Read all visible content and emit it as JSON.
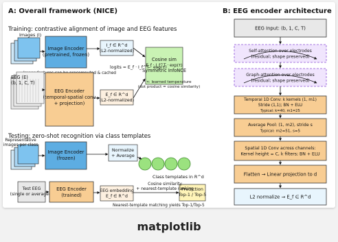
{
  "panel_a": {
    "title": "A: Overall framework (NICE)",
    "training_heading": "Training: contrastive alignment of image and EEG features",
    "images_label": "Images (I)",
    "image_encoder": [
      "Image Encoder",
      "(pretrained, frozen)"
    ],
    "image_feature": [
      "I_f ∈ R^d",
      "(L2-normalized)"
    ],
    "precompute_note": "Image features can be precomputed & cached",
    "eeg_label": [
      "EEG (E)",
      "(b, 1, C, T)"
    ],
    "eeg_encoder": [
      "EEG Encoder",
      "(temporal-spatial conv",
      "+ projection)"
    ],
    "eeg_feature": [
      "E_f ∈ R^d",
      "(L2-normalized)"
    ],
    "cosine_box": [
      "Cosine sim",
      "E_f · I_f^T · exp(τ)",
      "Symmetric InfoNCE"
    ],
    "logits_label": "logits = E_f · I_f^T · exp(τ)",
    "tau_note": [
      "τ: learned temperature",
      "(dot product = cosine similarity)"
    ],
    "testing_heading": "Testing: zero-shot recognition via class templates",
    "rep_images_label": [
      "Representative",
      "images per class"
    ],
    "test_image_encoder": [
      "Image Encoder",
      "(frozen)"
    ],
    "normalize_box": [
      "Normalize",
      "+ Average"
    ],
    "class_templates_label": "Class templates in R^d",
    "test_eeg_label": [
      "Test EEG",
      "(single or averaged)"
    ],
    "test_eeg_encoder": [
      "EEG Encoder",
      "(trained)"
    ],
    "eeg_embedding": [
      "EEG embedding",
      "E_f ∈ R^d"
    ],
    "cosine_ranking": [
      "Cosine similarity",
      "+ nearest-template ranking"
    ],
    "prediction_box": [
      "Prediction",
      "Top-1 / Top-5"
    ],
    "nearest_note": "Nearest-template matching yields Top-1/Top-5"
  },
  "panel_b": {
    "title": "B: EEG encoder architecture",
    "blocks": [
      {
        "lines": [
          "EEG Input: (b, 1, C, T)"
        ],
        "style": "gray"
      },
      {
        "lines": [
          "Self-attention over electrodes",
          "(residual; shape preserved)"
        ],
        "style": "purple"
      },
      {
        "lines": [
          "Graph-attention over electrodes",
          "(residual; shape preserved)"
        ],
        "style": "purple"
      },
      {
        "lines": [
          "Temporal 1D Conv: k kernels (1, m1)",
          "Stride (1,1); BN + ELU",
          "Typical: k=40, m1=25"
        ],
        "style": "orange"
      },
      {
        "lines": [
          "Average Pool: (1, m2), stride s",
          "Typical: m2=51, s=5"
        ],
        "style": "orange"
      },
      {
        "lines": [
          "Spatial 1D Conv across channels:",
          "Kernel height = C, k filters; BN + ELU"
        ],
        "style": "orange"
      },
      {
        "lines": [
          "Flatten → Linear projection to d"
        ],
        "style": "orange"
      },
      {
        "lines": [
          "L2 normalize → E_f ∈ R^d"
        ],
        "style": "blue"
      }
    ]
  },
  "colors": {
    "blue_box": "#5dade2",
    "orange_box": "#f8cd93",
    "green_box": "#c9f3b4",
    "yellow_box": "#fff4b8",
    "light_blue": "#e8f5fd",
    "gray_box": "#e8e8e8",
    "purple_box": "#f0e5fd"
  },
  "footer": "matplotlib"
}
